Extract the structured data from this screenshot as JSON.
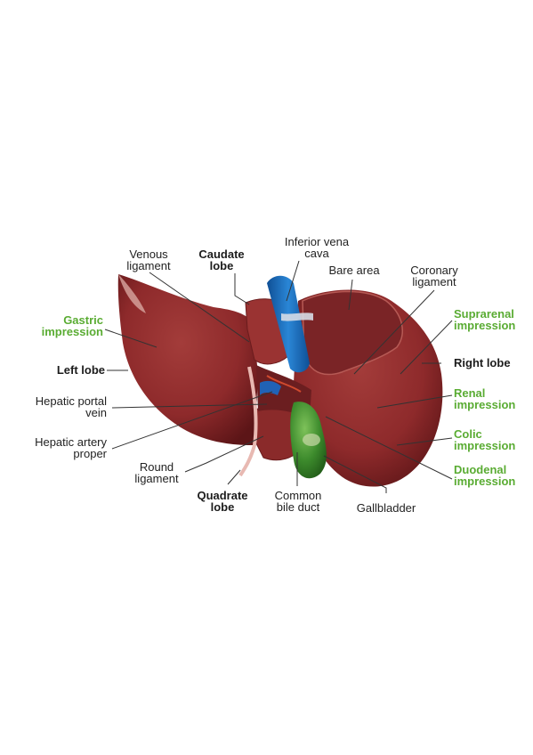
{
  "colors": {
    "liver": "#8e2a2b",
    "liver_dark": "#5c1517",
    "liver_light": "#b0504c",
    "vena_cava": "#1a6fc0",
    "gallbladder": "#3c8a2c",
    "label_green": "#5aac33",
    "leader": "#333333"
  },
  "labels": {
    "venous_ligament": [
      "Venous",
      "ligament"
    ],
    "caudate_lobe": [
      "Caudate",
      "lobe"
    ],
    "inferior_vena_cava": [
      "Inferior vena",
      "cava"
    ],
    "bare_area": [
      "Bare area"
    ],
    "coronary_ligament": [
      "Coronary",
      "ligament"
    ],
    "gastric_impression": [
      "Gastric",
      "impression"
    ],
    "suprarenal_impression": [
      "Suprarenal",
      "impression"
    ],
    "left_lobe": [
      "Left lobe"
    ],
    "right_lobe": [
      "Right lobe"
    ],
    "hepatic_portal_vein": [
      "Hepatic portal",
      "vein"
    ],
    "renal_impression": [
      "Renal",
      "impression"
    ],
    "hepatic_artery_proper": [
      "Hepatic artery",
      "proper"
    ],
    "colic_impression": [
      "Colic",
      "impression"
    ],
    "round_ligament": [
      "Round",
      "ligament"
    ],
    "duodenal_impression": [
      "Duodenal",
      "impression"
    ],
    "quadrate_lobe": [
      "Quadrate",
      "lobe"
    ],
    "common_bile_duct": [
      "Common",
      "bile duct"
    ],
    "gallbladder": [
      "Gallbladder"
    ]
  }
}
